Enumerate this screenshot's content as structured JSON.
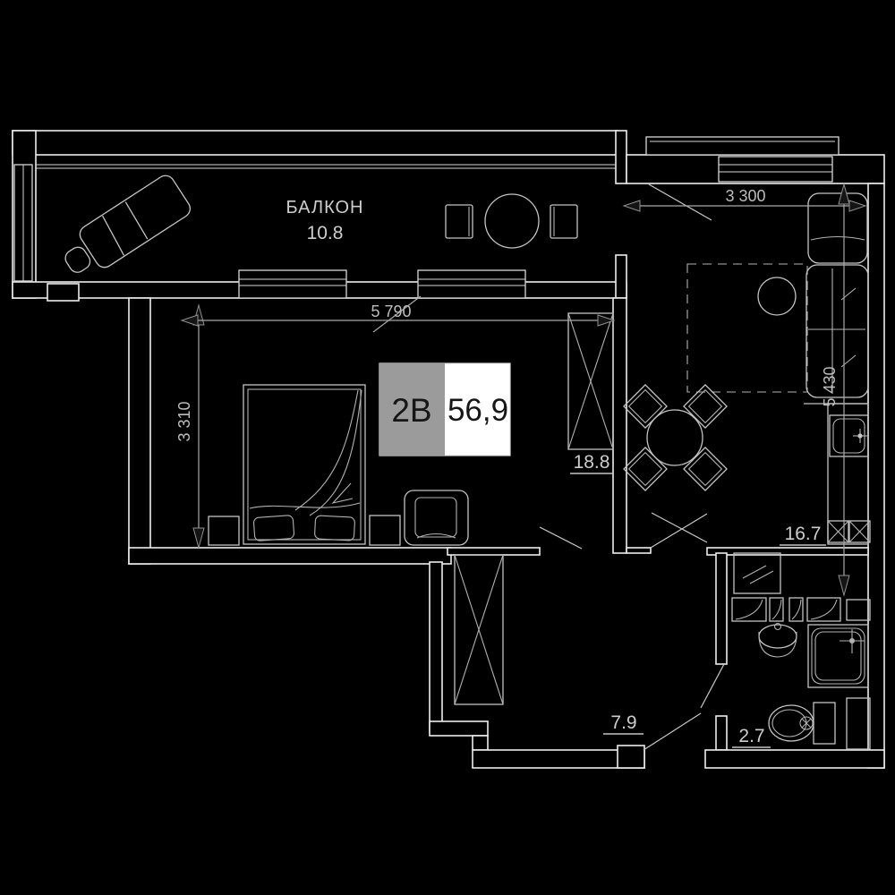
{
  "plan_title": "apartment-floor-plan",
  "rooms": {
    "balcony": {
      "name": "БАЛКОН",
      "area": "10.8"
    },
    "bedroom": {
      "area": "18.8"
    },
    "kitchen_living": {
      "area": "16.7"
    },
    "hallway": {
      "area": "7.9"
    },
    "bathroom": {
      "area": "2.7"
    }
  },
  "badge": {
    "type": "2B",
    "area": "56,9"
  },
  "dimensions": {
    "bedroom_width": "5 790",
    "bedroom_depth": "3 310",
    "living_width": "3 300",
    "living_depth": "5 430"
  },
  "furniture_icons": [
    "chaise-lounge-icon",
    "balcony-table-icon",
    "balcony-chair-icon",
    "bed-icon",
    "pillow-icon",
    "nightstand-icon",
    "armchair-icon",
    "wardrobe-icon",
    "carpet-icon",
    "plant-icon",
    "dining-table-icon",
    "dining-chair-icon",
    "sofa-icon",
    "kitchen-counter-icon",
    "kitchen-sink-icon",
    "cooktop-icon",
    "washing-machine-icon",
    "cabinet-icon",
    "bath-sink-icon",
    "shower-icon",
    "toilet-icon"
  ],
  "colors": {
    "background": "#000000",
    "wall_line": "#ededed",
    "furniture_line": "#c4c4c4",
    "text": "#cdcdcd",
    "badge_gray": "#9b9b9b",
    "badge_white": "#ffffff",
    "badge_text": "#161616"
  }
}
